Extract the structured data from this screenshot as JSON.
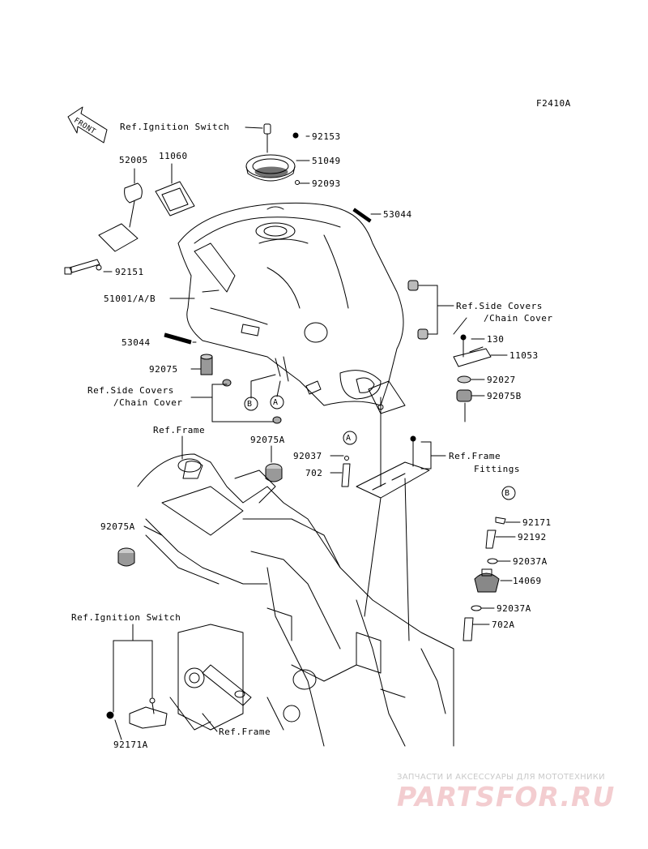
{
  "figure_code": "F2410A",
  "front_label": "FRONT",
  "parts": {
    "p52005": "52005",
    "p11060": "11060",
    "p92153": "92153",
    "p51049": "51049",
    "p92093": "92093",
    "p53044a": "53044",
    "p92151": "92151",
    "p51001": "51001/A/B",
    "p53044b": "53044",
    "p92075": "92075",
    "p130": "130",
    "p11053": "11053",
    "p92027": "92027",
    "p92075B": "92075B",
    "p92075A_top": "92075A",
    "p92037": "92037",
    "p702": "702",
    "p92075A_left": "92075A",
    "p92171": "92171",
    "p92192": "92192",
    "p92037A_1": "92037A",
    "p14069": "14069",
    "p92037A_2": "92037A",
    "p702A": "702A",
    "p92171A": "92171A"
  },
  "refs": {
    "ignition_top": "Ref.Ignition Switch",
    "side_covers_right_1": "Ref.Side Covers",
    "side_covers_right_2": "/Chain Cover",
    "side_covers_left_1": "Ref.Side Covers",
    "side_covers_left_2": "/Chain Cover",
    "frame_top": "Ref.Frame",
    "frame_fittings_1": "Ref.Frame",
    "frame_fittings_2": "Fittings",
    "ignition_bottom": "Ref.Ignition Switch",
    "frame_bottom": "Ref.Frame"
  },
  "callouts": {
    "A_tank": "A",
    "B_tank": "B",
    "A_right": "A",
    "B_right": "B"
  },
  "watermark": {
    "line1": "ЗАПЧАСТИ И АКСЕССУАРЫ ДЛЯ МОТОТЕХНИКИ",
    "line2": "PARTSFOR.RU"
  },
  "colors": {
    "ink": "#000000",
    "watermark_text": "#f3cdd0",
    "watermark_small": "#c9c9c9"
  }
}
